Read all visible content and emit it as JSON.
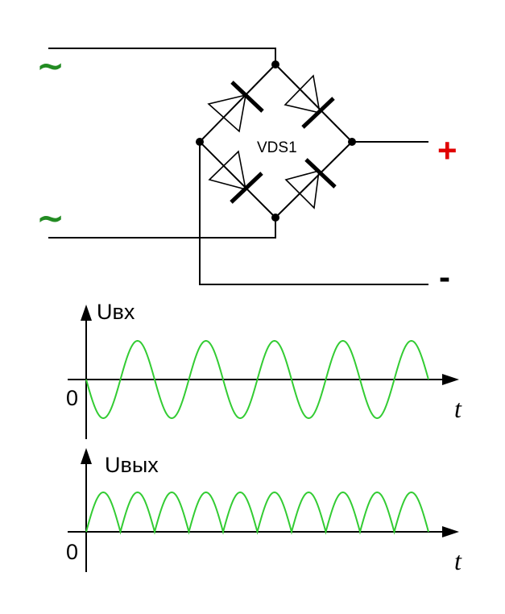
{
  "circuit": {
    "component_label": "VDS1",
    "ac_input_top": "~",
    "ac_input_bottom": "~",
    "output_plus": "+",
    "output_minus": "-",
    "colors": {
      "ac_symbol": "#228b22",
      "plus_symbol": "#e00000",
      "wire": "#000000"
    }
  },
  "input_graph": {
    "y_label": "Uвх",
    "origin_label": "0",
    "x_label": "t"
  },
  "output_graph": {
    "y_label": "Uвых",
    "origin_label": "0",
    "x_label": "t"
  },
  "chart_data": [
    {
      "type": "line",
      "title": "",
      "ylabel": "Uвх",
      "xlabel": "t",
      "series": [
        {
          "function": "-sin(t)",
          "periods": 5,
          "color": "#33cc33"
        }
      ]
    },
    {
      "type": "line",
      "title": "",
      "ylabel": "Uвых",
      "xlabel": "t",
      "series": [
        {
          "function": "|sin(t)|",
          "half_periods": 10,
          "color": "#33cc33"
        }
      ]
    }
  ]
}
